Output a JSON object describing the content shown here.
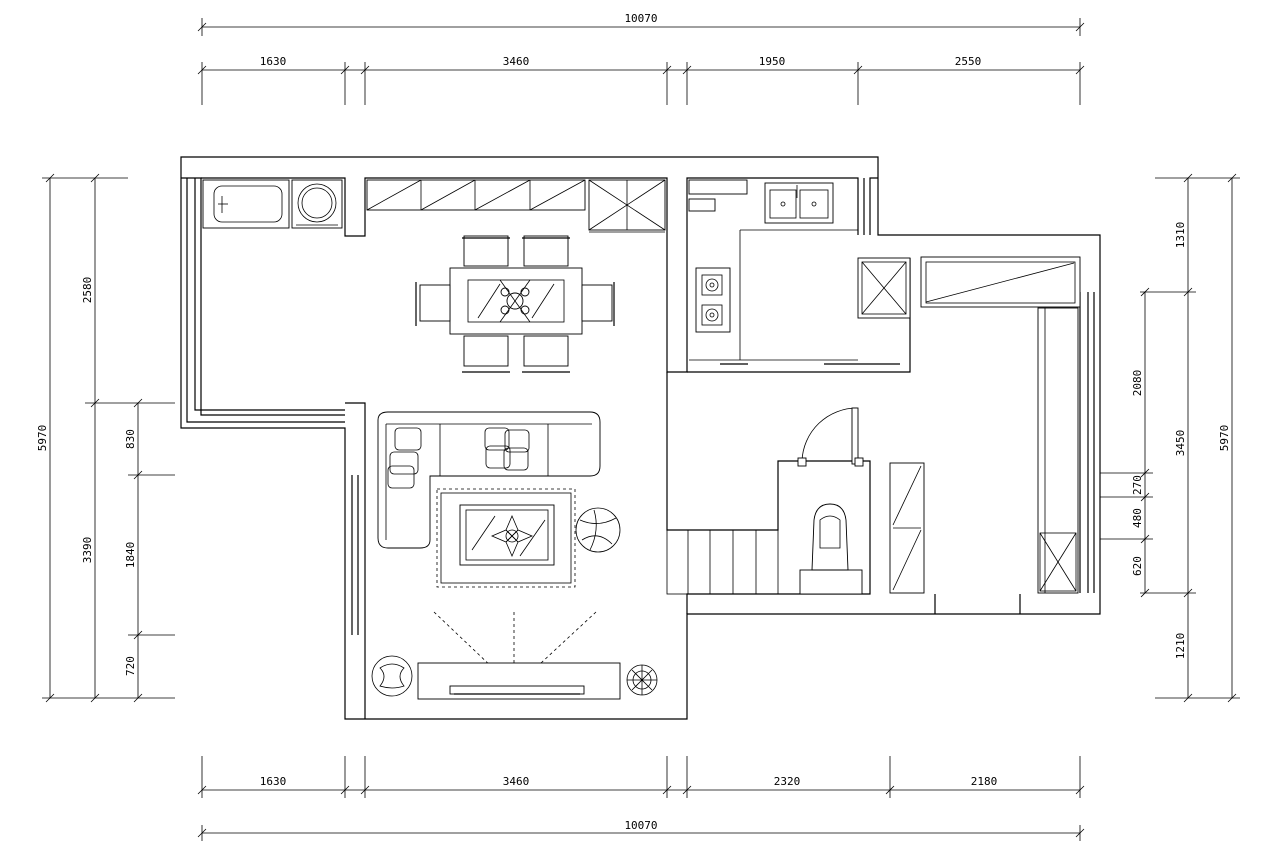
{
  "dimensions": {
    "top_total": "10070",
    "top_segments": [
      "1630",
      "3460",
      "1950",
      "2550"
    ],
    "bottom_total": "10070",
    "bottom_segments": [
      "1630",
      "3460",
      "2320",
      "2180"
    ],
    "left_total": "5970",
    "left_upper": [
      "2580",
      "3390"
    ],
    "left_inner": [
      "830",
      "1840",
      "720"
    ],
    "right_total": "5970",
    "right_outer": [
      "1310",
      "3450",
      "1210"
    ],
    "right_inner": [
      "2080",
      "270",
      "480",
      "620"
    ]
  }
}
